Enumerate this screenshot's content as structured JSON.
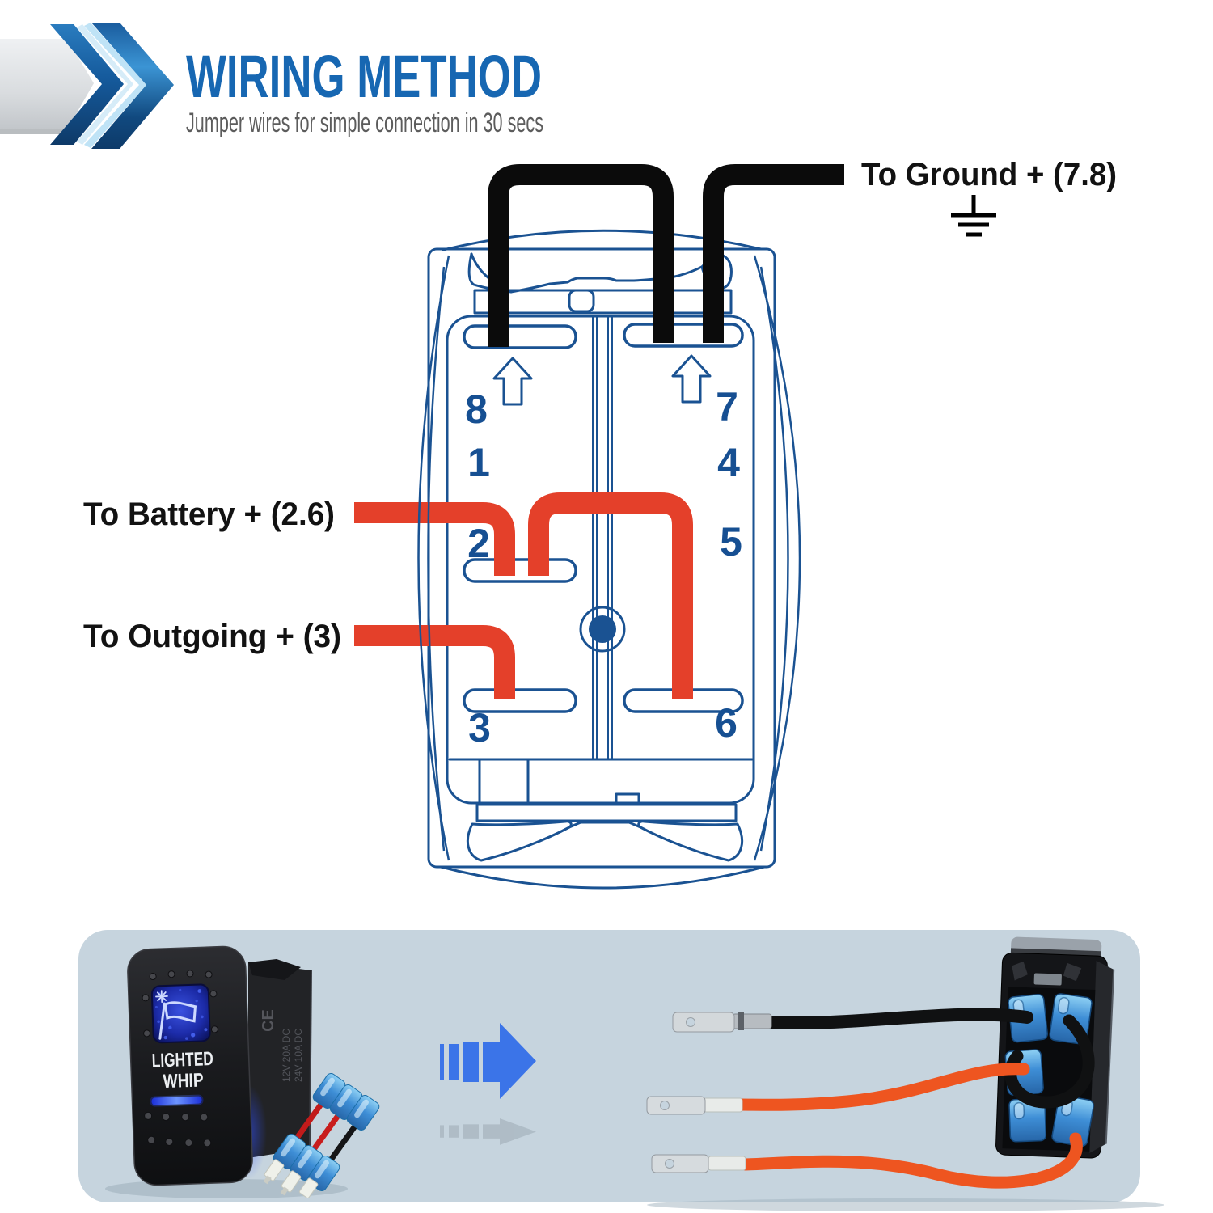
{
  "header": {
    "title": "WIRING METHOD",
    "subtitle": "Jumper wires for simple connection in 30 secs"
  },
  "diagram": {
    "wire_labels": {
      "ground": "To Ground + (7.8)",
      "battery": "To Battery + (2.6)",
      "outgoing": "To Outgoing + (3)"
    },
    "terminal_labels": [
      "8",
      "7",
      "1",
      "4",
      "2",
      "5",
      "3",
      "6"
    ],
    "colors": {
      "outline_blue": "#1a5292",
      "number_blue": "#164f92",
      "wire_black": "#0b0b0b",
      "wire_red": "#e4402a"
    }
  },
  "products": {
    "rocker_switch": {
      "face_line1": "LIGHTED",
      "face_line2": "WHIP",
      "side_mark_ce": "CE",
      "side_mark_spec1": "12V 20A DC",
      "side_mark_spec2": "24V 10A DC"
    }
  },
  "colors": {
    "title_blue": "#1767b2",
    "subtitle_gray": "#5c5c5c",
    "panel_bg": "#c6d4de",
    "arrow_blue": "#3b74e8",
    "terminal_cover_blue": "#3e8ed6",
    "product_wire_orange": "#ee5520"
  }
}
